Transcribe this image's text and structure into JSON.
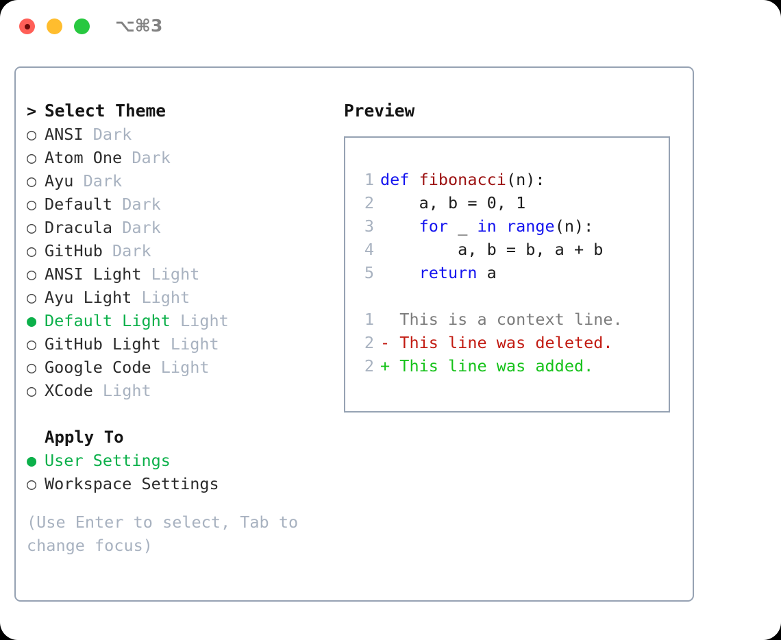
{
  "window": {
    "shortcut": "⌥⌘3",
    "traffic_lights": [
      {
        "name": "close",
        "color": "#ff5f57"
      },
      {
        "name": "minimize",
        "color": "#ffbd2e"
      },
      {
        "name": "zoom",
        "color": "#28c840"
      }
    ]
  },
  "colors": {
    "selected_green": "#0cb04a",
    "muted": "#a8b2c0",
    "border": "#96a2b3",
    "keyword_blue": "#1414ef",
    "function_red": "#9c1212",
    "diff_deleted": "#c21b12",
    "diff_added": "#16c21a",
    "diff_context": "#7c7c7c"
  },
  "theme_list": {
    "header": {
      "marker": ">",
      "label": "Select Theme"
    },
    "items": [
      {
        "marker": "○",
        "label": "ANSI",
        "tag": "Dark",
        "selected": false
      },
      {
        "marker": "○",
        "label": "Atom One",
        "tag": "Dark",
        "selected": false
      },
      {
        "marker": "○",
        "label": "Ayu",
        "tag": "Dark",
        "selected": false
      },
      {
        "marker": "○",
        "label": "Default",
        "tag": "Dark",
        "selected": false
      },
      {
        "marker": "○",
        "label": "Dracula",
        "tag": "Dark",
        "selected": false
      },
      {
        "marker": "○",
        "label": "GitHub",
        "tag": "Dark",
        "selected": false
      },
      {
        "marker": "○",
        "label": "ANSI Light",
        "tag": "Light",
        "selected": false
      },
      {
        "marker": "○",
        "label": "Ayu Light",
        "tag": "Light",
        "selected": false
      },
      {
        "marker": "●",
        "label": "Default Light",
        "tag": "Light",
        "selected": true
      },
      {
        "marker": "○",
        "label": "GitHub Light",
        "tag": "Light",
        "selected": false
      },
      {
        "marker": "○",
        "label": "Google Code",
        "tag": "Light",
        "selected": false
      },
      {
        "marker": "○",
        "label": "XCode",
        "tag": "Light",
        "selected": false
      }
    ]
  },
  "apply_to": {
    "header": "Apply To",
    "items": [
      {
        "marker": "●",
        "label": "User Settings",
        "selected": true
      },
      {
        "marker": "○",
        "label": "Workspace Settings",
        "selected": false
      }
    ]
  },
  "hint": "(Use Enter to select, Tab to change focus)",
  "preview": {
    "title": "Preview",
    "code_lines": [
      {
        "num": "1",
        "segments": [
          {
            "t": "def ",
            "c": "kw"
          },
          {
            "t": "fibonacci",
            "c": "fn"
          },
          {
            "t": "(n):",
            "c": "pl"
          }
        ]
      },
      {
        "num": "2",
        "segments": [
          {
            "t": "    a, b = 0, 1",
            "c": "pl"
          }
        ]
      },
      {
        "num": "3",
        "segments": [
          {
            "t": "    ",
            "c": "pl"
          },
          {
            "t": "for",
            "c": "kw"
          },
          {
            "t": " _ ",
            "c": "pl"
          },
          {
            "t": "in",
            "c": "kw"
          },
          {
            "t": " ",
            "c": "pl"
          },
          {
            "t": "range",
            "c": "kw"
          },
          {
            "t": "(n):",
            "c": "pl"
          }
        ]
      },
      {
        "num": "4",
        "segments": [
          {
            "t": "        a, b = b, a + b",
            "c": "pl"
          }
        ]
      },
      {
        "num": "5",
        "segments": [
          {
            "t": "    ",
            "c": "pl"
          },
          {
            "t": "return",
            "c": "kw"
          },
          {
            "t": " a",
            "c": "pl"
          }
        ]
      }
    ],
    "diff_lines": [
      {
        "num": "1",
        "text": "  This is a context line.",
        "kind": "ctx"
      },
      {
        "num": "2",
        "text": "- This line was deleted.",
        "kind": "del"
      },
      {
        "num": "2",
        "text": "+ This line was added.",
        "kind": "add"
      }
    ]
  }
}
